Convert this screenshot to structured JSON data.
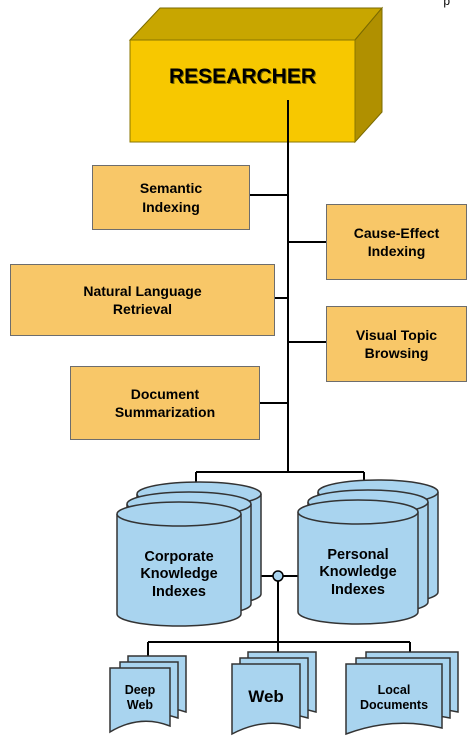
{
  "root": {
    "title": "RESEARCHER"
  },
  "corner_text": "p",
  "tools": [
    {
      "label": "Semantic\nIndexing"
    },
    {
      "label": "Cause-Effect\nIndexing"
    },
    {
      "label": "Natural Language\nRetrieval"
    },
    {
      "label": "Visual Topic\nBrowsing"
    },
    {
      "label": "Document\nSummarization"
    }
  ],
  "indexes": [
    {
      "label": "Corporate\nKnowledge\nIndexes"
    },
    {
      "label": "Personal\nKnowledge\nIndexes"
    }
  ],
  "sources": [
    {
      "label": "Deep\nWeb"
    },
    {
      "label": "Web"
    },
    {
      "label": "Local\nDocuments"
    }
  ],
  "colors": {
    "researcher": "#f7c800",
    "tool_box": "#f8c768",
    "cylinder": "#a9d4ef",
    "document": "#a9d4ef",
    "line": "#000000"
  }
}
